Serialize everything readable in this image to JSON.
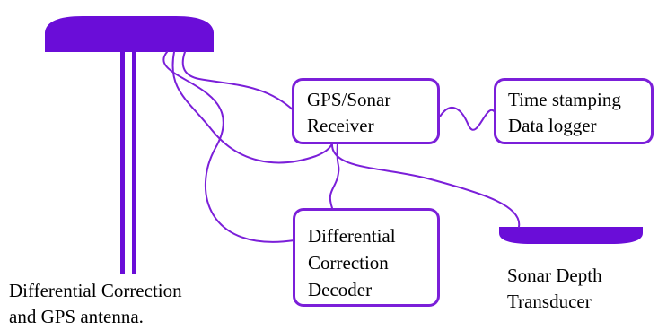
{
  "colors": {
    "accent": "#7B1FD9",
    "fill": "#6A0DD8",
    "text": "#000000"
  },
  "boxes": {
    "receiver": {
      "line1": "GPS/Sonar",
      "line2": "Receiver"
    },
    "logger": {
      "line1": "Time stamping",
      "line2": "Data logger"
    },
    "decoder": {
      "line1": "Differential",
      "line2": "Correction",
      "line3": "Decoder"
    }
  },
  "labels": {
    "antenna": {
      "line1": "Differential Correction",
      "line2": "and GPS antenna."
    },
    "transducer": {
      "line1": "Sonar Depth",
      "line2": "Transducer"
    }
  }
}
